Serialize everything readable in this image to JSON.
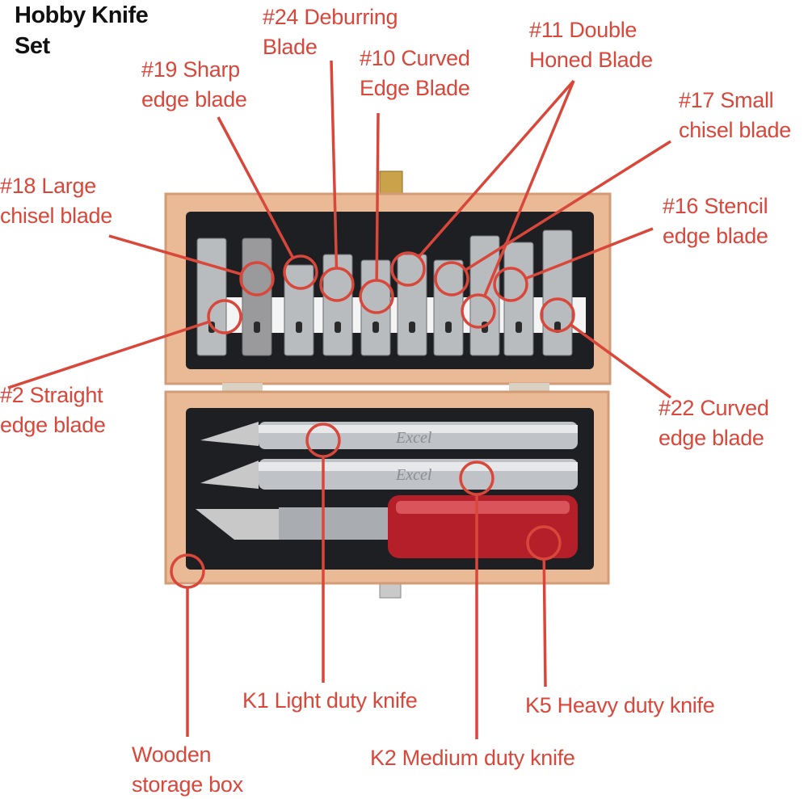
{
  "title": {
    "line1": "Hobby Knife",
    "line2": "Set"
  },
  "accent_color": "#d9473b",
  "labels": {
    "deburring": [
      "#24 Deburring",
      "Blade"
    ],
    "sharp": [
      "#19 Sharp",
      "edge blade"
    ],
    "curved10": [
      "#10 Curved",
      "Edge Blade"
    ],
    "double": [
      "#11 Double",
      "Honed Blade"
    ],
    "small_chisel": [
      "#17 Small",
      "chisel blade"
    ],
    "large_chisel": [
      "#18 Large",
      "chisel blade"
    ],
    "stencil": [
      "#16 Stencil",
      "edge blade"
    ],
    "straight": [
      "#2 Straight",
      "edge blade"
    ],
    "curved22": [
      "#22 Curved",
      "edge blade"
    ],
    "k1": [
      "K1 Light duty knife"
    ],
    "k2": [
      "K2 Medium duty knife"
    ],
    "k5": [
      "K5 Heavy duty knife"
    ],
    "box": [
      "Wooden storage box"
    ]
  },
  "brand_text": "Excel"
}
